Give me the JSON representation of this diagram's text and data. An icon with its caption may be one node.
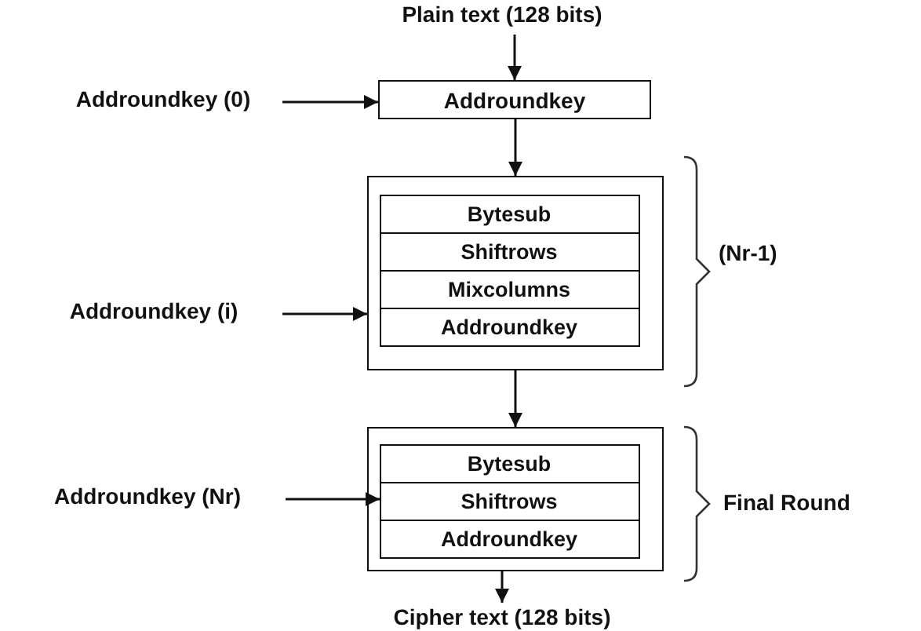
{
  "diagram": {
    "nodes": [
      {
        "text": [
          "Plain text (128 bits)"
        ]
      },
      {
        "text": [
          "Addroundkey (0)"
        ]
      },
      {
        "text": [
          "Addroundkey"
        ]
      },
      {
        "text": [
          "Addroundkey (i)"
        ]
      },
      {
        "text": [],
        "shape": "box"
      },
      {
        "text": [
          "Bytesub"
        ],
        "in": 4
      },
      {
        "text": [
          "Shiftrows"
        ],
        "in": 4
      },
      {
        "text": [
          "Mixcolumns"
        ],
        "in": 4
      },
      {
        "text": [
          "Addroundkey"
        ],
        "in": 4
      },
      {
        "text": [
          "Addroundkey (Nr)"
        ]
      },
      {
        "text": [],
        "shape": "box"
      },
      {
        "text": [
          "Bytesub"
        ],
        "in": 10
      },
      {
        "text": [
          "Shiftrows"
        ],
        "in": 10
      },
      {
        "text": [
          "Addroundkey"
        ],
        "in": 10
      },
      {
        "text": [
          "Cipher text (128 bits)"
        ]
      }
    ],
    "edges": [
      {
        "from": 0,
        "to": 2,
        "arrow": "to"
      },
      {
        "from": 1,
        "to": 2,
        "arrow": "to"
      },
      {
        "from": 2,
        "to": 4,
        "arrow": "to"
      },
      {
        "from": 3,
        "to": 4,
        "arrow": "to"
      },
      {
        "from": 4,
        "to": 10,
        "arrow": "to"
      },
      {
        "from": 9,
        "to": 12,
        "arrow": "to"
      },
      {
        "from": 10,
        "to": 14,
        "arrow": "to"
      }
    ],
    "labels": [
      "(Nr-1)",
      "Final Round"
    ]
  }
}
